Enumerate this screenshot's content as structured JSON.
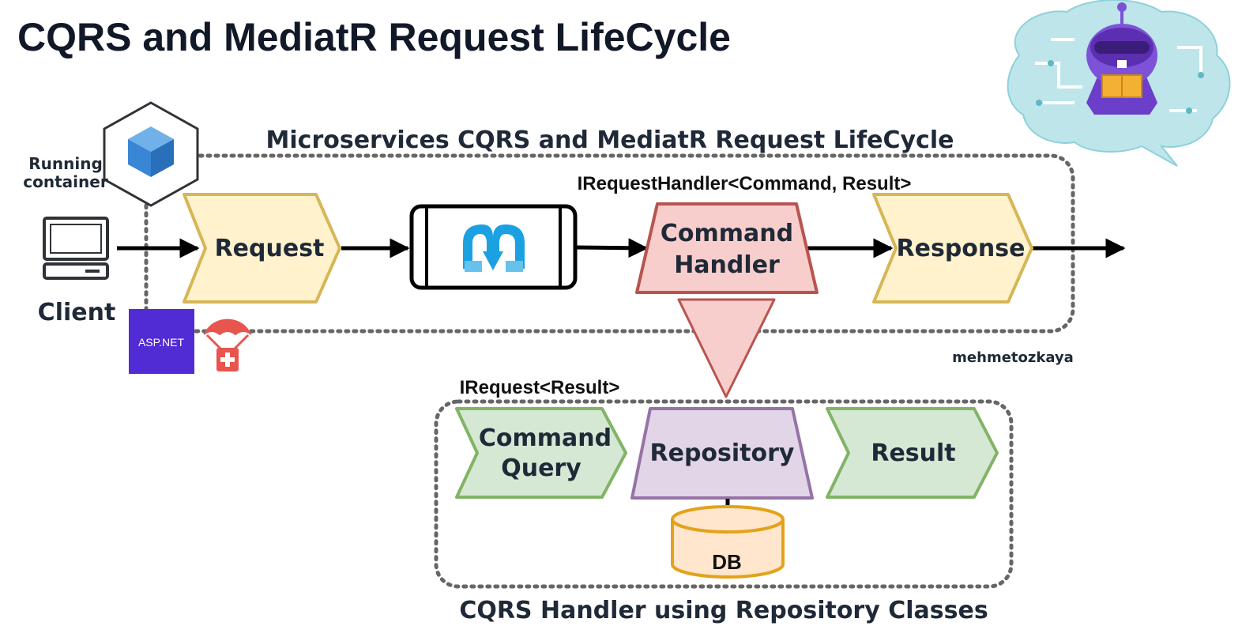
{
  "title": "CQRS and MediatR Request LifeCycle",
  "top_group": {
    "caption": "Microservices CQRS and MediatR Request LifeCycle",
    "handler_signature": "IRequestHandler<Command, Result>"
  },
  "container": {
    "label_line1": "Running",
    "label_line2": "container",
    "icon": "box-cube-icon"
  },
  "client": {
    "label": "Client",
    "icon": "computer-monitor-icon"
  },
  "badges": {
    "aspnet": "ASP.NET",
    "parachute_icon": "parachute-cross-icon"
  },
  "flow": {
    "request": "Request",
    "mediator_icon": "mediatr-logo-icon",
    "handler_line1": "Command",
    "handler_line2": "Handler",
    "response": "Response"
  },
  "author": "mehmetozkaya",
  "bottom_group": {
    "request_signature": "IRequest<Result>",
    "command_line1": "Command",
    "command_line2": "Query",
    "repository": "Repository",
    "result": "Result",
    "db": "DB",
    "caption": "CQRS Handler using Repository Classes"
  },
  "colors": {
    "yellow_fill": "#fff2cc",
    "yellow_stroke": "#d6b656",
    "red_fill": "#f8cecc",
    "red_stroke": "#b85450",
    "green_fill": "#d5e8d4",
    "green_stroke": "#82b366",
    "purple_fill": "#e1d5e7",
    "purple_stroke": "#9673a6",
    "db_fill": "#ffe6cc",
    "db_stroke": "#e3a21a",
    "mediatr_blue": "#1ba1e2",
    "aspnet_purple": "#512bd4",
    "parachute_red": "#e8554e"
  },
  "mascot_icon": "dotnet-bot-mascot-icon"
}
